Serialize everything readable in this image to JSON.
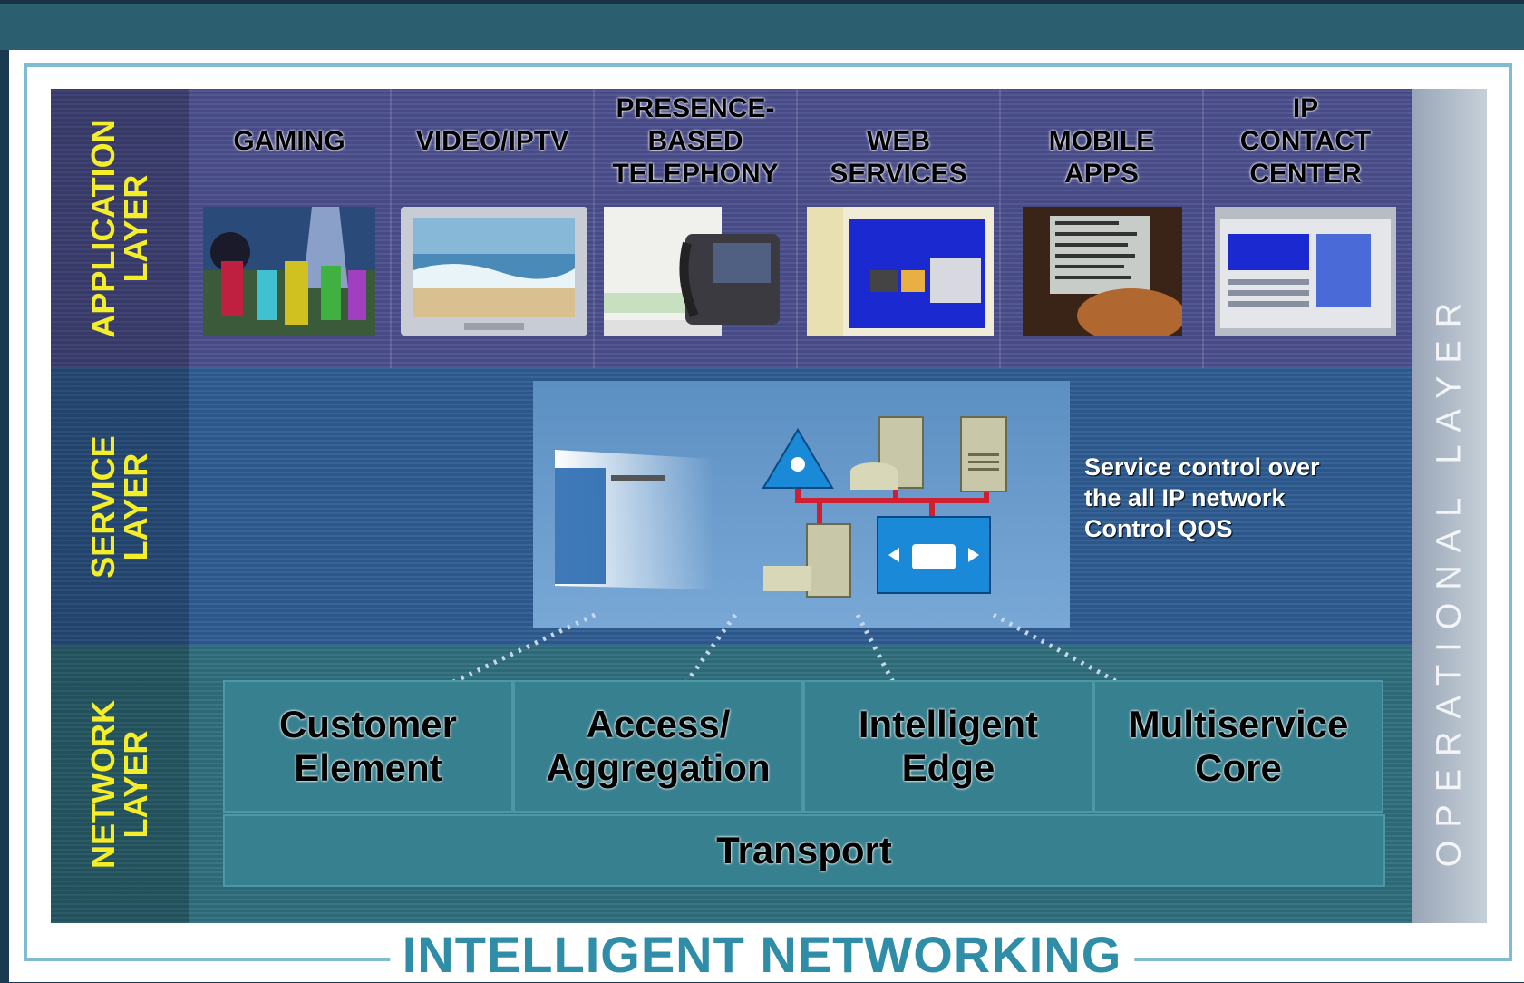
{
  "layers": {
    "application": "APPLICATION\nLAYER",
    "service": "SERVICE\nLAYER",
    "network": "NETWORK\nLAYER",
    "operational": "OPERATIONAL LAYER"
  },
  "applications": [
    {
      "title": "GAMING",
      "icon": "gaming-screenshot"
    },
    {
      "title": "VIDEO/IPTV",
      "icon": "tv-beach-screenshot"
    },
    {
      "title": "PRESENCE-\nBASED\nTELEPHONY",
      "icon": "ip-phone-screenshot"
    },
    {
      "title": "WEB\nSERVICES",
      "icon": "web-portal-screenshot"
    },
    {
      "title": "MOBILE\nAPPS",
      "icon": "mobile-device-screenshot"
    },
    {
      "title": "IP\nCONTACT\nCENTER",
      "icon": "contact-center-screenshot"
    }
  ],
  "service": {
    "text": "Service control over\nthe all IP network\nControl QOS",
    "icons": [
      "registration-window",
      "router-icon",
      "server-icon",
      "server-tower-icon",
      "database-server-icon",
      "call-manager-icon"
    ]
  },
  "network": {
    "boxes": [
      "Customer\nElement",
      "Access/\nAggregation",
      "Intelligent\nEdge",
      "Multiservice\nCore"
    ],
    "transport": "Transport"
  },
  "footer": {
    "title": "INTELLIGENT NETWORKING"
  },
  "colors": {
    "label_yellow": "#f4ee2a",
    "app_band": "#4b4f8c",
    "service_band": "#2f5c92",
    "network_band": "#2f6e7d",
    "footer_title": "#2f8da7"
  }
}
